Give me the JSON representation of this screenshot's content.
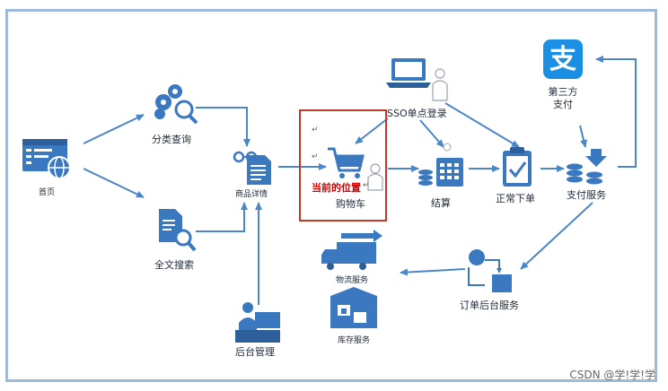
{
  "nodes": {
    "home": "首页",
    "category_query": "分类查询",
    "fulltext_search": "全文搜索",
    "product_detail": "商品详情",
    "backend_admin": "后台管理",
    "cart": "购物车",
    "current_position": "当前的位置",
    "sso_login": "SSO单点登录",
    "checkout": "结算",
    "normal_order": "正常下单",
    "third_party_pay_line1": "第三方",
    "third_party_pay_line2": "支付",
    "payment_service": "支付服务",
    "order_backend_service": "订单后台服务",
    "logistics_service": "物流服务",
    "inventory_service": "库存服务"
  },
  "alipay_glyph": "支",
  "watermark": "CSDN @学!学!学",
  "colors": {
    "icon_blue": "#3a78c0",
    "arrow_blue": "#4a86c8",
    "highlight_red": "#c0392b",
    "alipay_blue": "#1a8fe3"
  }
}
